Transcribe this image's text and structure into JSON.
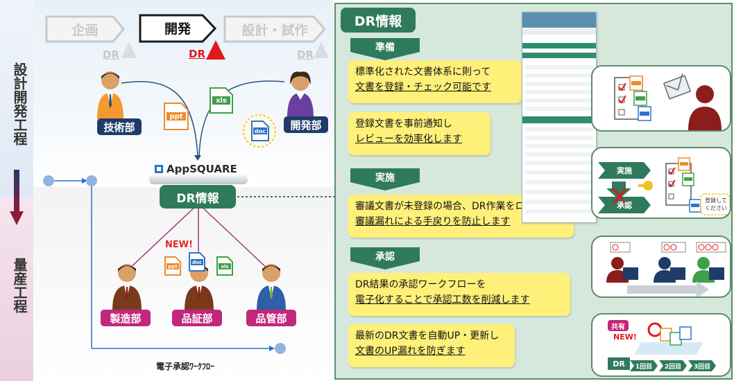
{
  "band": {
    "top_label": "設計開発工程",
    "bottom_label": "量産工程"
  },
  "phases": {
    "planning": "企画",
    "development": "開発",
    "design_trial": "設計・試作"
  },
  "dr_markers": [
    "DR",
    "DR",
    "DR"
  ],
  "departments": {
    "tech": "技術部",
    "dev": "開発部",
    "mfg": "製造部",
    "qa": "品証部",
    "qc": "品管部"
  },
  "files": {
    "ppt": "ppt",
    "xls": "xls",
    "doc": "doc"
  },
  "app_name": "AppSQUARE",
  "dr_info": "DR情報",
  "new_badge": "NEW!",
  "approval_workflow": "電子承認ﾜｰｸﾌﾛｰ",
  "right_panel": {
    "title": "DR情報",
    "sections": [
      {
        "header": "準備",
        "notes": [
          {
            "line1": "標準化された文書体系に則って",
            "line2": "文書を登録・チェック可能です"
          },
          {
            "line1": "登録文書を事前通知し",
            "line2": "レビューを効率化します"
          }
        ]
      },
      {
        "header": "実施",
        "notes": [
          {
            "line1": "審議文書が未登録の場合、DR作業をロックし",
            "line2": "審議漏れによる手戻りを防止します"
          }
        ]
      },
      {
        "header": "承認",
        "notes": [
          {
            "line1": "DR結果の承認ワークフローを",
            "line2": "電子化することで承認工数を削減します"
          },
          {
            "line1": "最新のDR文書を自動UP・更新し",
            "line2": "文書のUP漏れを防ぎます"
          }
        ]
      }
    ],
    "side_illustrations": {
      "box2": {
        "exec": "実施",
        "approve": "承認",
        "bubble_line1": "登録して",
        "bubble_line2": "ください"
      },
      "box4": {
        "shared": "共有",
        "new": "NEW!",
        "dr": "DR",
        "rounds": [
          "1回目",
          "2回目",
          "3回目"
        ]
      }
    }
  },
  "colors": {
    "green_dark": "#2f7a5c",
    "navy": "#1f3c68",
    "magenta": "#c1277a",
    "red": "#e01a1a",
    "note_yellow": "#fff07a",
    "panel_green": "#d6e8dc"
  }
}
